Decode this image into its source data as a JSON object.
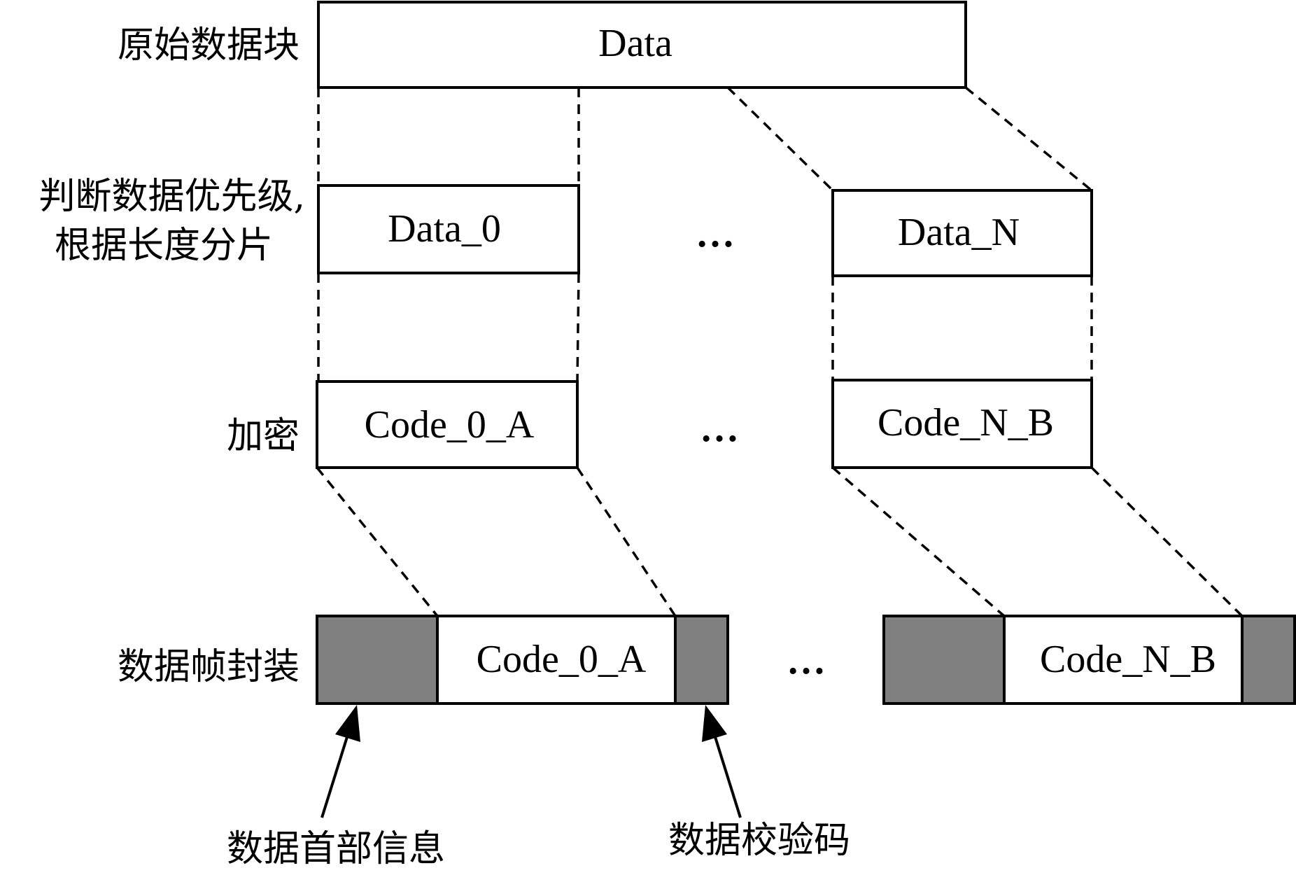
{
  "row_labels": {
    "raw_block": "原始数据块",
    "split_line1": "判断数据优先级,",
    "split_line2": "根据长度分片",
    "encrypt": "加密",
    "frame": "数据帧封装"
  },
  "blocks": {
    "data": "Data",
    "data_0": "Data_0",
    "data_n": "Data_N",
    "code_0_a": "Code_0_A",
    "code_n_b": "Code_N_B",
    "frame_code_0_a": "Code_0_A",
    "frame_code_n_b": "Code_N_B"
  },
  "ellipsis": "…",
  "annotations": {
    "header_info": "数据首部信息",
    "checksum": "数据校验码"
  },
  "colors": {
    "frame_fill": "#808080",
    "box_fill": "#ffffff",
    "stroke": "#000000"
  }
}
